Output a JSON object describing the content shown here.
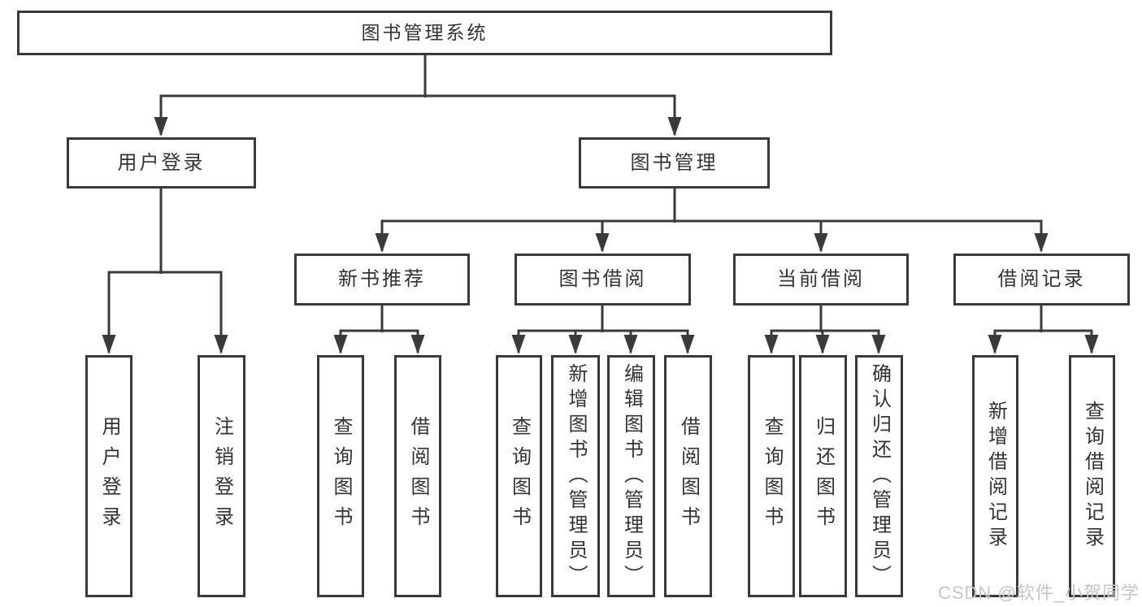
{
  "diagram": {
    "root": {
      "label": "图书管理系统"
    },
    "login": {
      "label": "用户登录",
      "children": [
        {
          "label": "用户登录"
        },
        {
          "label": "注销登录"
        }
      ]
    },
    "management": {
      "label": "图书管理",
      "children": [
        {
          "label": "新书推荐",
          "children": [
            {
              "label": "查询图书"
            },
            {
              "label": "借阅图书"
            }
          ]
        },
        {
          "label": "图书借阅",
          "children": [
            {
              "label": "查询图书"
            },
            {
              "label": "新增图书（管理员）"
            },
            {
              "label": "编辑图书（管理员）"
            },
            {
              "label": "借阅图书"
            }
          ]
        },
        {
          "label": "当前借阅",
          "children": [
            {
              "label": "查询图书"
            },
            {
              "label": "归还图书"
            },
            {
              "label": "确认归还（管理员）"
            }
          ]
        },
        {
          "label": "借阅记录",
          "children": [
            {
              "label": "新增借阅记录"
            },
            {
              "label": "查询借阅记录"
            }
          ]
        }
      ]
    }
  },
  "watermark": {
    "text": "CSDN @软件_小贺同学"
  },
  "colors": {
    "background": "#ffffff",
    "box_fill": "#ffffff",
    "box_border": "#3a3a3a",
    "line": "#3a3a3a",
    "text": "#333333",
    "watermark": "#c6c6c6"
  }
}
